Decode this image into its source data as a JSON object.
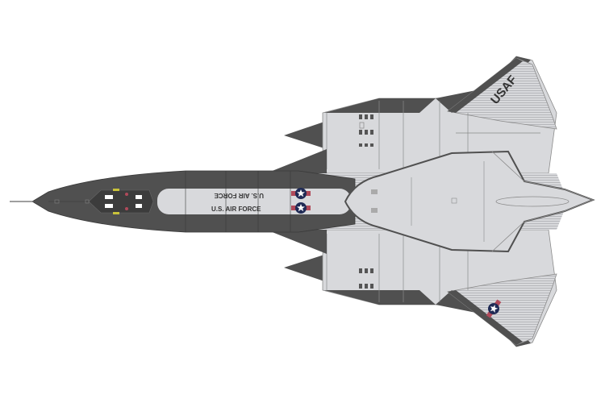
{
  "illustration": {
    "subject": "Aircraft top-view profile (SR-71 / A-12 style blackbird)",
    "markings": {
      "fuselage_text_upper": "U.S. AIR FORCE",
      "fuselage_text_lower": "U.S. AIR FORCE",
      "tail_text": "USAF"
    },
    "colors": {
      "background": "#ffffff",
      "dark_gray": "#505050",
      "light_gray": "#d8d9dc",
      "panel_line": "#8a8a8a",
      "roundel_blue": "#1f2a55",
      "roundel_red": "#b04a5a",
      "cockpit_yellow": "#c9c23a"
    }
  }
}
